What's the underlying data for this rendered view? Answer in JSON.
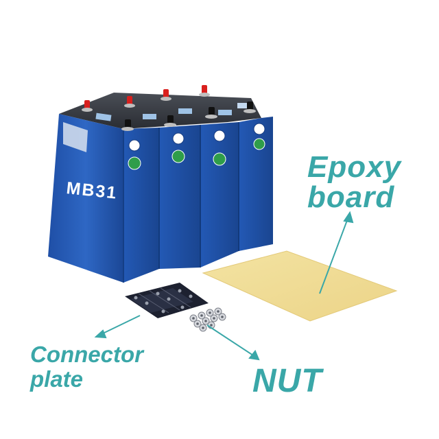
{
  "labels": {
    "epoxy_line1": "Epoxy",
    "epoxy_line2": "board",
    "connector_line1": "Connector",
    "connector_line2": "plate",
    "nut": "NUT"
  },
  "cell_marking": "MB31",
  "colors": {
    "label_teal": "#3aa7a8",
    "cell_blue": "#2a5fb8",
    "epoxy_yellow": "#f1dc93",
    "terminal_red": "#d9201e"
  },
  "icons": [
    "ce-mark-icon",
    "qc-passed-sticker-icon"
  ]
}
